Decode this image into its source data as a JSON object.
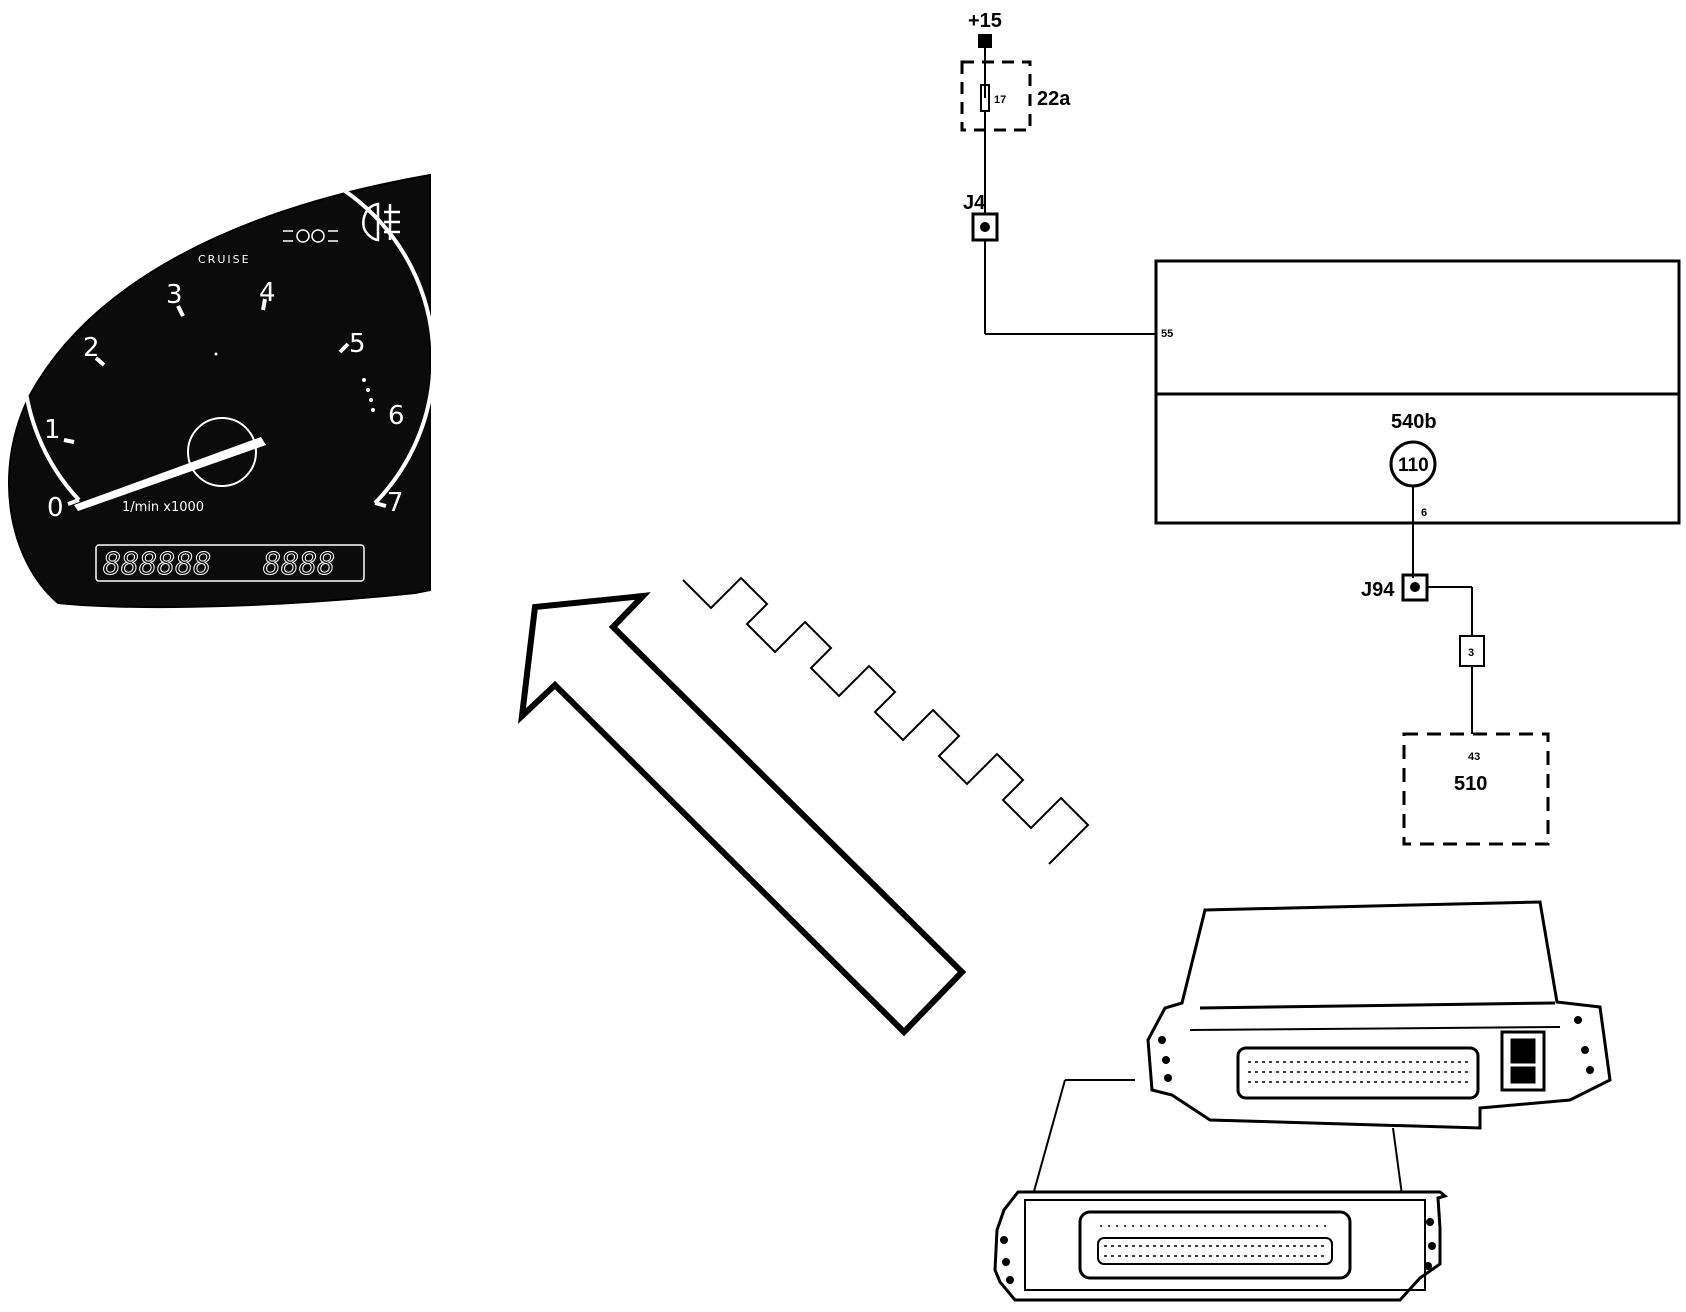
{
  "cluster": {
    "tach_numbers": [
      "0",
      "1",
      "2",
      "3",
      "4",
      "5",
      "6",
      "7"
    ],
    "tach_unit": "1/min x1000",
    "cruise_label": "CRUISE",
    "odometer_left": "888888",
    "odometer_right": "8888",
    "icons": [
      "foglight-rear-icon",
      "parking-light-icon"
    ]
  },
  "wiring": {
    "supply": "+15",
    "fuse_number": "17",
    "fuse_box": "22a",
    "junction_top": "J4",
    "cluster_pin": "55",
    "module_name": "540b",
    "module_terminal": "110",
    "terminal_pin": "6",
    "junction_bottom": "J94",
    "connector_pin": "3",
    "ecu_pin": "43",
    "ecu_name": "510"
  }
}
